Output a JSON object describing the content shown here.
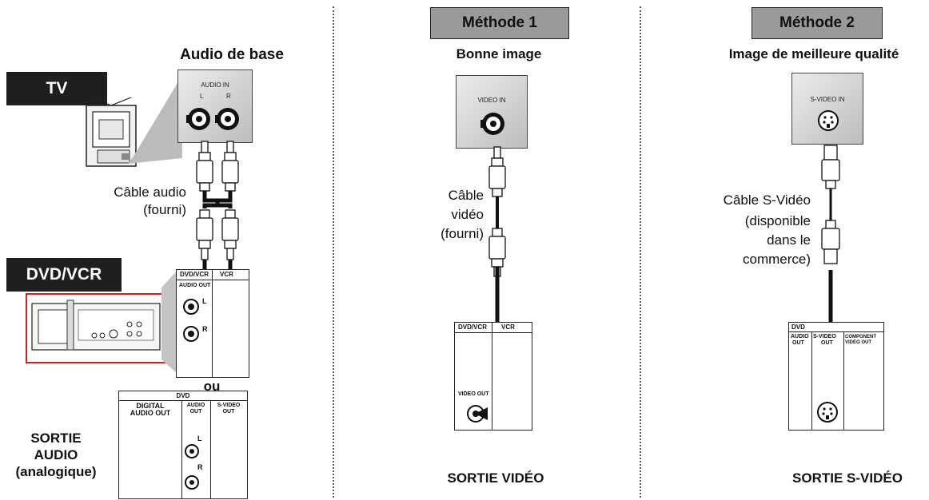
{
  "sections": {
    "basic": {
      "header": "Audio de base",
      "tv_tag": "TV",
      "dvdvcr_tag": "DVD/VCR",
      "audio_in_plate": {
        "title": "AUDIO IN",
        "left": "L",
        "right": "R"
      },
      "cable_label_1": "Câble audio",
      "cable_label_2": "(fourni)",
      "panel1": {
        "dvdvcr": "DVD/VCR",
        "vcr": "VCR",
        "audio_out": "AUDIO OUT",
        "l": "L",
        "r": "R"
      },
      "or_text": "ou",
      "panel2": {
        "dvd": "DVD",
        "digital_1": "DIGITAL",
        "digital_2": "AUDIO OUT",
        "audio_1": "AUDIO",
        "audio_2": "OUT",
        "svideo_1": "S-VIDEO",
        "svideo_2": "OUT",
        "l": "L",
        "r": "R"
      },
      "bottom_1": "SORTIE",
      "bottom_2": "AUDIO",
      "bottom_3": "(analogique)"
    },
    "method1": {
      "box": "Méthode 1",
      "subtitle": "Bonne image",
      "plate": "VIDEO IN",
      "cable_label_1": "Câble",
      "cable_label_2": "vidéo",
      "cable_label_3": "(fourni)",
      "panel": {
        "dvdvcr": "DVD/VCR",
        "vcr": "VCR",
        "video_out": "VIDEO OUT"
      },
      "bottom": "SORTIE VIDÉO"
    },
    "method2": {
      "box": "Méthode 2",
      "subtitle": "Image de meilleure qualité",
      "plate": "S-VIDEO IN",
      "cable_label_1": "Câble S-Vidéo",
      "cable_label_2": "(disponible",
      "cable_label_3": "dans le",
      "cable_label_4": "commerce)",
      "panel": {
        "dvd": "DVD",
        "audio_1": "AUDIO",
        "audio_2": "OUT",
        "svideo_1": "S-VIDEO",
        "svideo_2": "OUT",
        "component_1": "COMPONENT",
        "component_2": "VIDEO OUT"
      },
      "bottom": "SORTIE S-VIDÉO"
    }
  },
  "colors": {
    "highlight_red": "#d42020",
    "tag_black": "#1f1f1f",
    "method_gray": "#9a9a9a",
    "plate_gray": "#bdbdbd"
  }
}
